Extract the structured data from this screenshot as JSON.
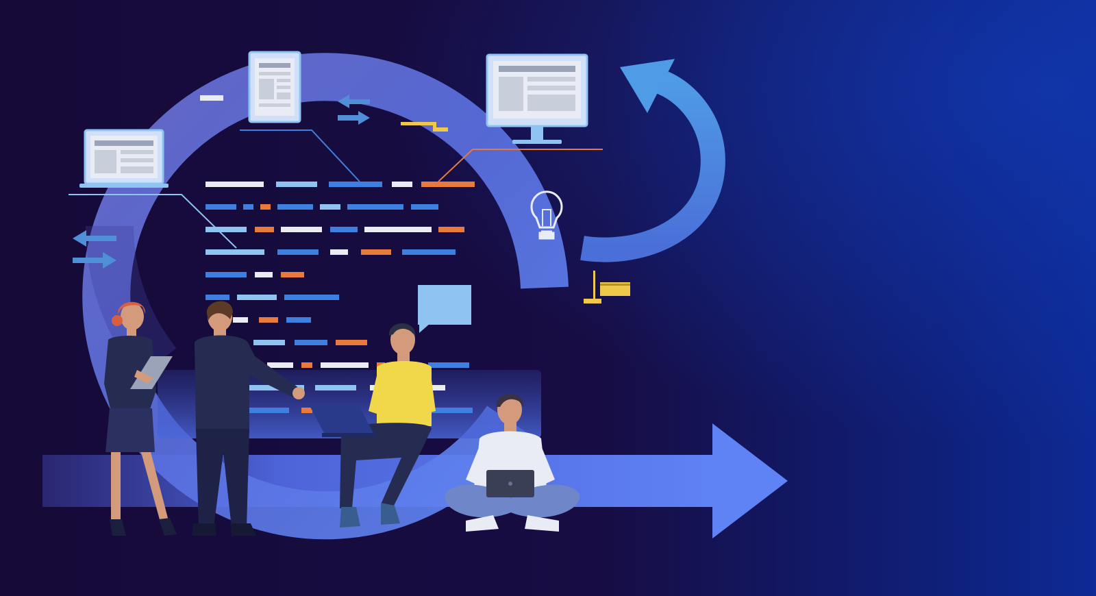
{
  "illustration": {
    "subject": "agile-development-cycle",
    "colors": {
      "background_dark": "#150b3a",
      "background_light": "#0f2a8f",
      "cycle_blue": "#5e79e8",
      "code_blue": "#3f7fe0",
      "code_orange": "#e87a3c",
      "code_white": "#e9ecf5",
      "code_light_blue": "#8fc3f2",
      "accent_yellow": "#f0c84a"
    },
    "icons": [
      "laptop-icon",
      "document-icon",
      "monitor-icon",
      "lightbulb-icon",
      "swap-arrows-icon",
      "chat-bubble-icon",
      "bar-chart-icon",
      "curved-arrow-icon",
      "forward-arrow-icon"
    ],
    "people": [
      "woman-with-tablet",
      "man-pointing",
      "man-with-laptop-sitting",
      "man-sitting-cross-legged"
    ]
  }
}
